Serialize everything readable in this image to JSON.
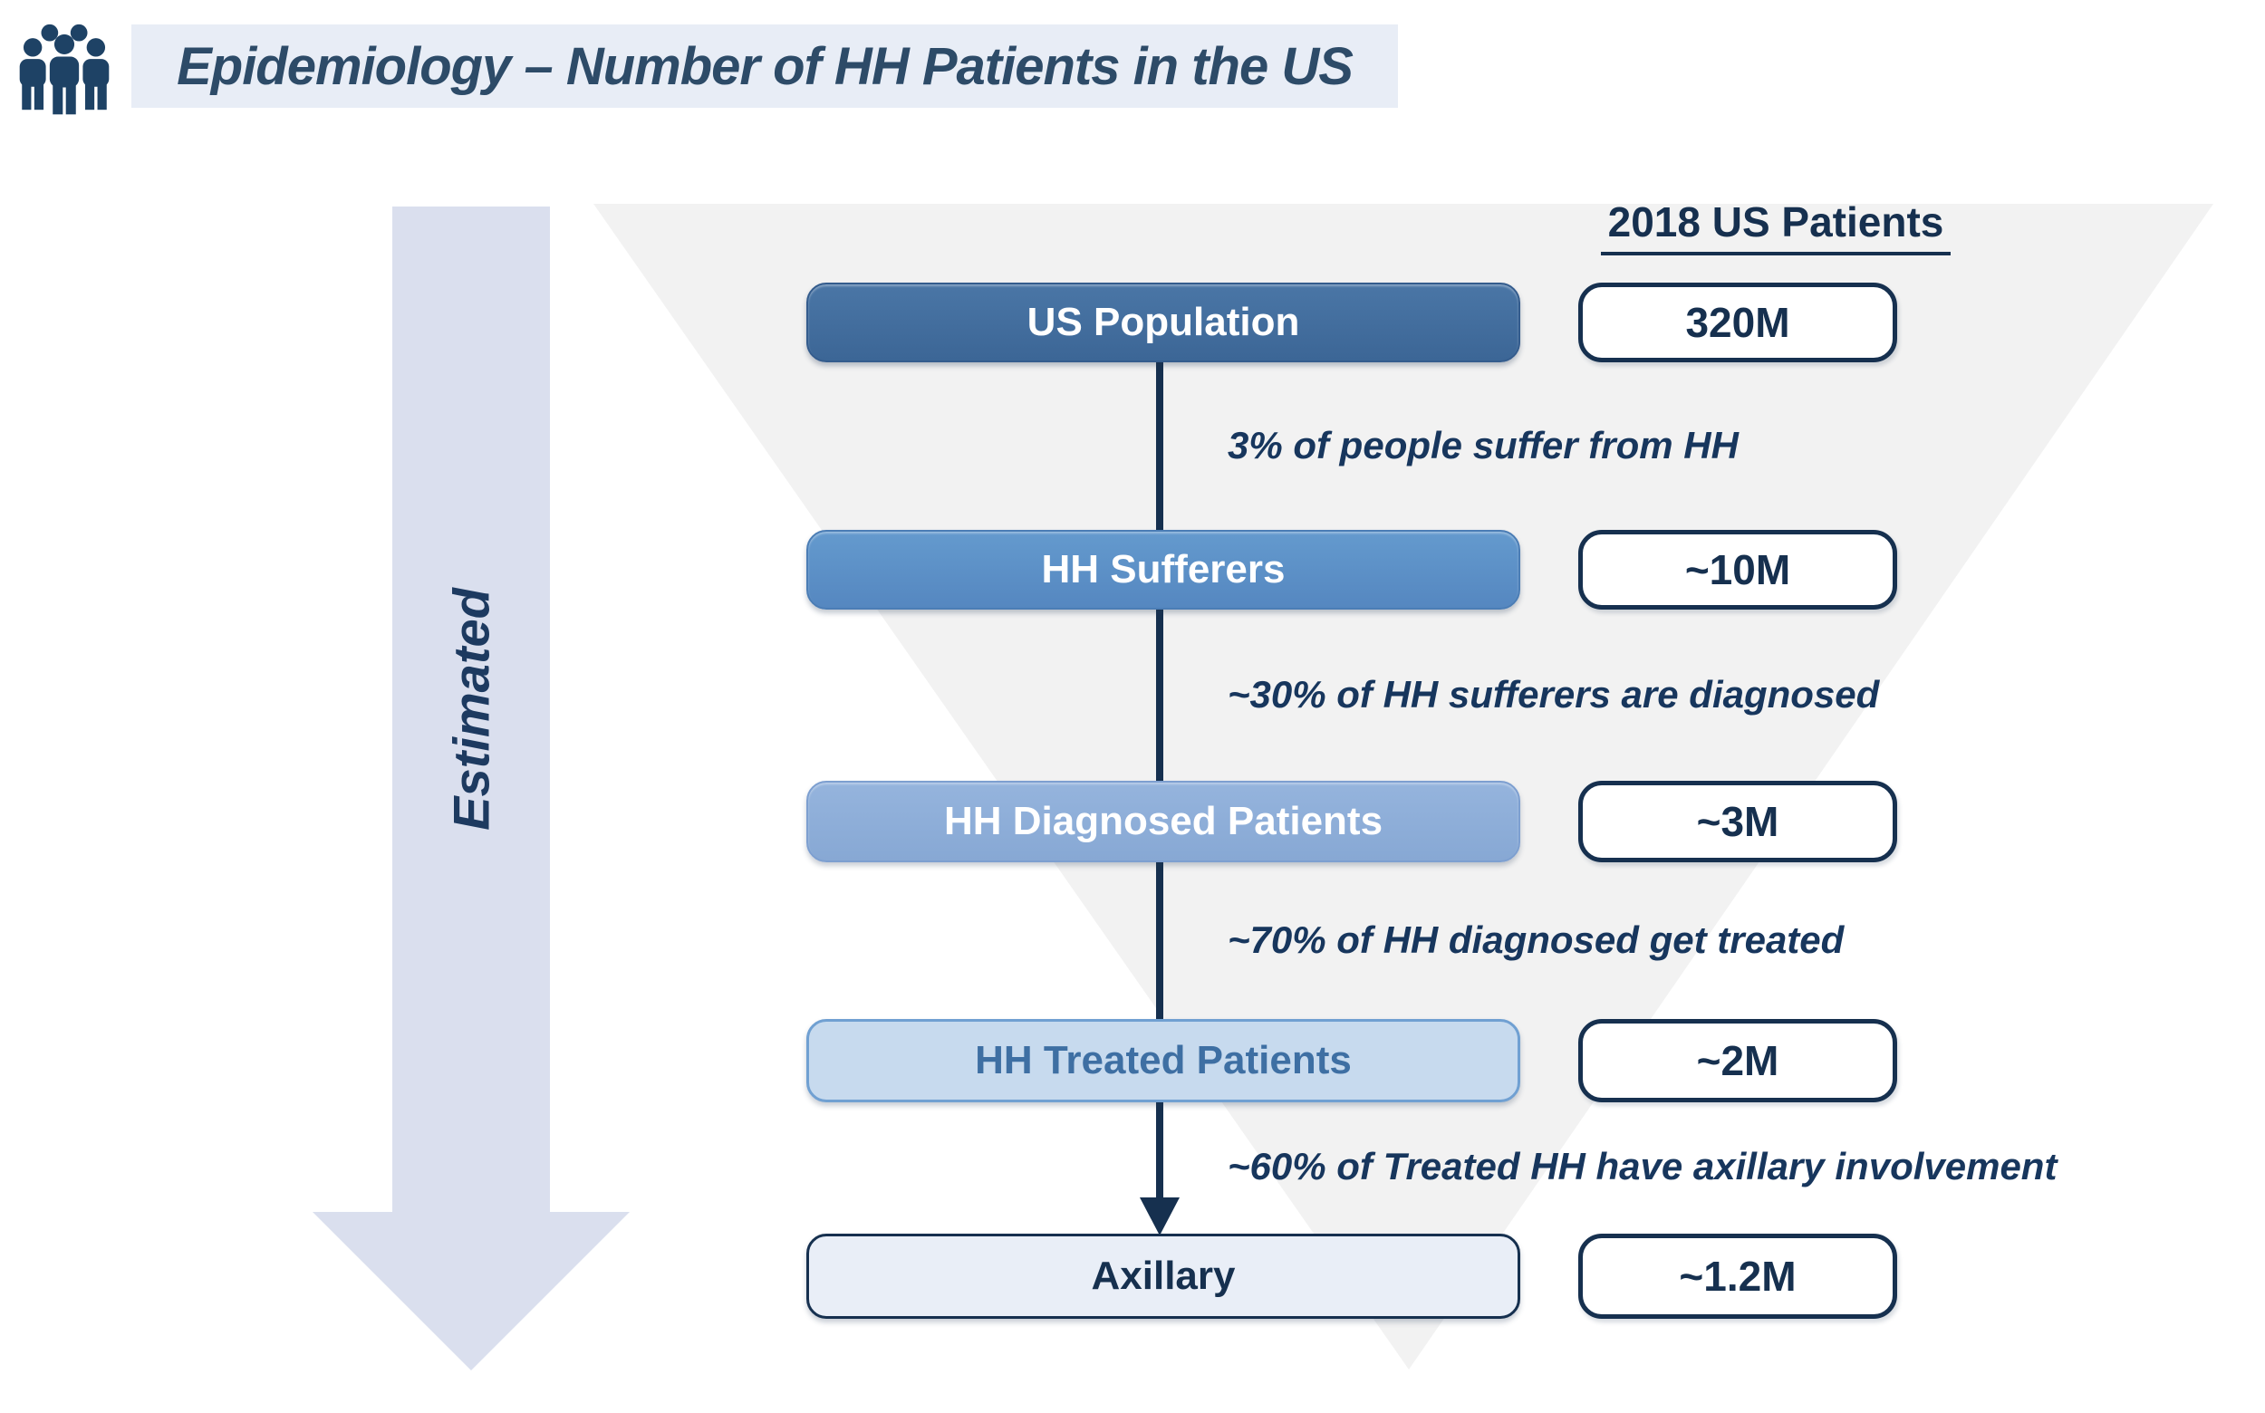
{
  "slide": {
    "title": "Epidemiology – Number of HH Patients in the US",
    "title_icon": "people-group-icon"
  },
  "estimated_arrow": {
    "label": "Estimated"
  },
  "patients_column": {
    "header": "2018 US Patients"
  },
  "funnel": {
    "stages": [
      {
        "label": "US Population",
        "value": "320M"
      },
      {
        "label": "HH Sufferers",
        "value": "~10M"
      },
      {
        "label": "HH Diagnosed Patients",
        "value": "~3M"
      },
      {
        "label": "HH Treated Patients",
        "value": "~2M"
      },
      {
        "label": "Axillary",
        "value": "~1.2M"
      }
    ],
    "transitions": [
      {
        "note": "3% of people suffer from HH"
      },
      {
        "note": "~30% of HH sufferers are diagnosed"
      },
      {
        "note": "~70% of HH diagnosed get treated"
      },
      {
        "note": "~60% of Treated HH have axillary involvement"
      }
    ]
  },
  "colors": {
    "title_text": "#2d4b68",
    "title_bar_bg": "#e8edf6",
    "navy": "#16304f",
    "note_text": "#17365d",
    "funnel_triangle_fill": "#f2f2f2",
    "estimated_arrow_fill": "#dadfee",
    "stage_fills": [
      "#3e699b",
      "#5b8ec6",
      "#8cacd8",
      "#c7daee",
      "#e9eef7"
    ],
    "stage_text_colors": [
      "#ffffff",
      "#ffffff",
      "#ffffff",
      "#3e6fa3",
      "#16304f"
    ],
    "value_box_bg": "#ffffff",
    "value_box_border": "#16304f",
    "people_icon_fill": "#1e4265"
  }
}
